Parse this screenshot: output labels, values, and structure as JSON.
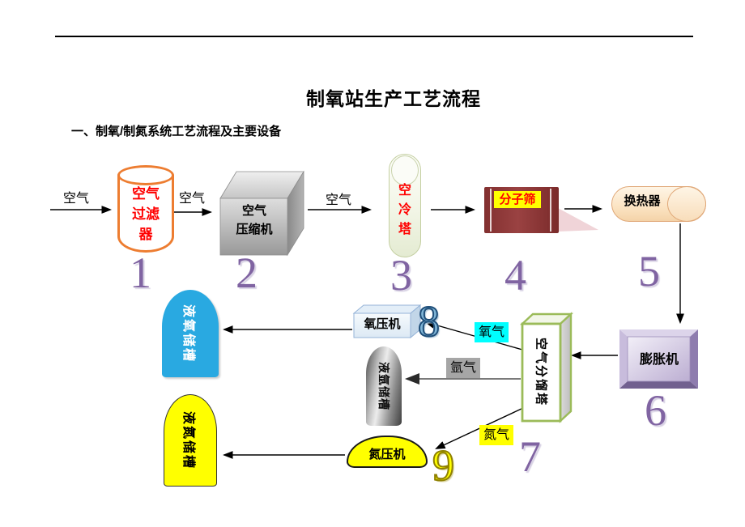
{
  "page": {
    "title": "制氧站生产工艺流程",
    "section_heading": "一、制氧/制氮系统工艺流程及主要设备"
  },
  "flow_labels": {
    "air": [
      "空气",
      "空气",
      "空气"
    ],
    "oxygen": "氧气",
    "argon": "氩气",
    "nitrogen": "氮气"
  },
  "equipment": {
    "air_filter": "空气\n过滤\n器",
    "air_compressor": "空气\n压缩机",
    "air_cooling_tower": "空\n冷\n塔",
    "molecular_sieve": "分子筛",
    "heat_exchanger": "换热器",
    "expander": "膨胀机",
    "air_fractionating_tower": "空气分馏塔",
    "oxygen_compressor": "氧压机",
    "nitrogen_compressor": "氮压机",
    "liquid_oxygen_tank": "液氧储槽",
    "liquid_argon_tank": "液氩储槽",
    "liquid_nitrogen_tank": "液氮储槽"
  },
  "numbers": [
    "1",
    "2",
    "3",
    "4",
    "5",
    "6",
    "7",
    "8",
    "9"
  ],
  "colors": {
    "filter_border": "#ED7D31",
    "equipment_red_text": "#FF0000",
    "sieve_body": "#8E3A3A",
    "sieve_label_bg": "#FFFF00",
    "exchanger_fill": "#FBE5C8",
    "tower_border": "#9BBB59",
    "oxygen_tank": "#29A9E1",
    "nitrogen_yellow": "#FFFF00",
    "oxygen_tag_bg": "#00FFFF",
    "argon_tag_bg": "#A6A6A6",
    "number_purple": "#8064A2"
  }
}
